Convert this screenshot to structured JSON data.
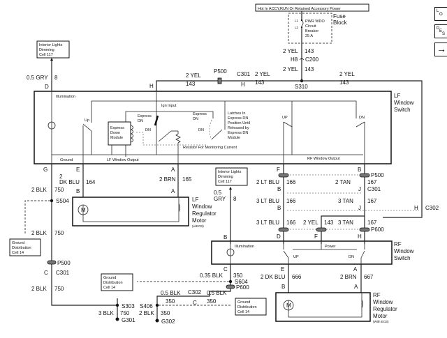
{
  "nav_buttons": [
    {
      "name": "location-button",
      "label": "LOC"
    },
    {
      "name": "description-button",
      "label": "DESC"
    },
    {
      "name": "next-button",
      "label": "→"
    }
  ],
  "power": {
    "hot_label": "Hot In ACCY,RUN Or Retained Accessory Power",
    "fuse_block_label": [
      "Fuse",
      "Block"
    ],
    "breaker_label": [
      "PWR WDO",
      "Circuit",
      "Breaker",
      "25 A"
    ],
    "breaker_terminals": [
      "L1",
      "L2"
    ],
    "wire_top": {
      "size_color": "2 YEL",
      "circuit": "143"
    },
    "connector": {
      "pin": "H8",
      "name": "C200"
    },
    "wire_bottom": {
      "size_color": "2 YEL",
      "circuit": "143"
    },
    "splice": "S310"
  },
  "top_bus": {
    "left_wire": {
      "size_color": "2 YEL",
      "circuit": "143"
    },
    "p500": "P500",
    "c301": {
      "name": "C301",
      "pin": "H"
    },
    "mid_wire": {
      "size_color": "2 YEL",
      "circuit": "143"
    },
    "right_wire": {
      "size_color": "2 YEL",
      "circuit": "143"
    }
  },
  "interior_lights_top": {
    "box": [
      "Interior Lights",
      "Dimming",
      "Cell 117"
    ],
    "wire": {
      "size_color": "0.5 GRY",
      "circuit": "8"
    },
    "pin": "D"
  },
  "lf_switch": {
    "title": [
      "LF",
      "Window",
      "Switch"
    ],
    "pin_h": "H",
    "illumination": "Illumination",
    "ign_input": "Ign Input",
    "up": "Up",
    "express_dn_1": [
      "Express",
      "DN"
    ],
    "dn_1": "DN",
    "express_dn_2": [
      "Express",
      "DN"
    ],
    "dn_2": "DN",
    "module": [
      "Express",
      "Down",
      "Module"
    ],
    "latch_note": [
      "Latches In",
      "Express DN",
      "Position Until",
      "Released by",
      "Express DN",
      "Module"
    ],
    "resistor_note": "Resistor For Monitoring Current",
    "ground": "Ground",
    "lf_output": "LF Window Output",
    "rf_up": "UP",
    "rf_dn": "DN",
    "rf_output": "RF Window Output",
    "pins_bottom": [
      "G",
      "E",
      "A",
      "F",
      "B"
    ]
  },
  "lf_motor": {
    "title": [
      "LF",
      "Window",
      "Regulator",
      "Motor"
    ],
    "note": "(w/ECB)",
    "motor_symbol": "M",
    "wire_e": {
      "size": "2",
      "color": "DK BLU",
      "circuit": "164"
    },
    "wire_a": {
      "size_color": "2 BRN",
      "circuit": "165"
    },
    "pin_b": "B",
    "pin_a": "A"
  },
  "left_ground": {
    "wire1": {
      "size_color": "2 BLK",
      "circuit": "750"
    },
    "splice": "S504",
    "wire2": {
      "size_color": "2 BLK",
      "circuit": "750"
    },
    "gnd_box": [
      "Ground",
      "Distribution",
      "Cell 14"
    ],
    "p500": "P500",
    "c301": {
      "pin": "C",
      "name": "C301"
    },
    "wire3": {
      "size_color": "2 BLK",
      "circuit": "750"
    },
    "splice2": "S303",
    "wire4": {
      "size_color": "3 BLK",
      "circuit": "750"
    },
    "ground": "G301"
  },
  "mid_interior": {
    "box": [
      "Interior Lights",
      "Dimming",
      "Cell 117"
    ],
    "wire": {
      "size": "0.5",
      "color": "GRY",
      "circuit": "8"
    },
    "pin": "B"
  },
  "rf_harness": {
    "f_pin": "F",
    "b_pin": "B",
    "p500": "P500",
    "w166a": {
      "size_color": "2 LT BLU",
      "circuit": "166"
    },
    "w167a": {
      "size_color": "2 TAN",
      "circuit": "167"
    },
    "c301_pin_b": "B",
    "c301_pin_j": "J",
    "c301": "C301",
    "w166b": {
      "size_color": "3 LT BLU",
      "circuit": "166"
    },
    "w167b": {
      "size_color": "3 TAN",
      "circuit": "167"
    },
    "c302_pin_b": "B",
    "c302_pin_j": "J",
    "c302_pin_h": "H",
    "c302": "C302",
    "w166c": {
      "size_color": "3 LT BLU",
      "circuit": "166"
    },
    "w143": {
      "size_color": "2 YEL",
      "circuit": "143"
    },
    "w167c": {
      "size_color": "3 TAN",
      "circuit": "167"
    },
    "p600": "P600",
    "pins": [
      "D",
      "F",
      "H"
    ]
  },
  "rf_switch": {
    "title": [
      "RF",
      "Window",
      "Switch"
    ],
    "illumination": "Illumination",
    "power": "Power",
    "up": "UP",
    "dn": "DN",
    "pins_bottom": [
      "C",
      "E",
      "A"
    ]
  },
  "rf_ground": {
    "wire1": {
      "size_color": "0.35 BLK",
      "circuit": "350"
    },
    "splice": "S604",
    "p600": "P600",
    "gnd_box1": [
      "Ground",
      "Distribution",
      "Cell 14"
    ],
    "wire2a": {
      "size_color": "0.5 BLK",
      "circuit": "350"
    },
    "c302": {
      "name": "C302",
      "pin": "C"
    },
    "wire2b": {
      "size_color": "0.5 BLK",
      "circuit": "350"
    },
    "splice2": "S406",
    "wire3": {
      "size_color": "2 BLK",
      "circuit": "350"
    },
    "ground": "G302",
    "gnd_box2": [
      "Ground",
      "Distribution",
      "Cell 14"
    ]
  },
  "rf_motor": {
    "title": [
      "RF",
      "Window",
      "Regulator",
      "Motor"
    ],
    "note": "(With ECB)",
    "motor_symbol": "M",
    "wire_e": {
      "size_color": "2 DK BLU",
      "circuit": "666"
    },
    "wire_a": {
      "size_color": "2 BRN",
      "circuit": "667"
    },
    "pin_e": "E",
    "pin_a_top": "A",
    "pin_b": "B",
    "pin_a": "A"
  }
}
